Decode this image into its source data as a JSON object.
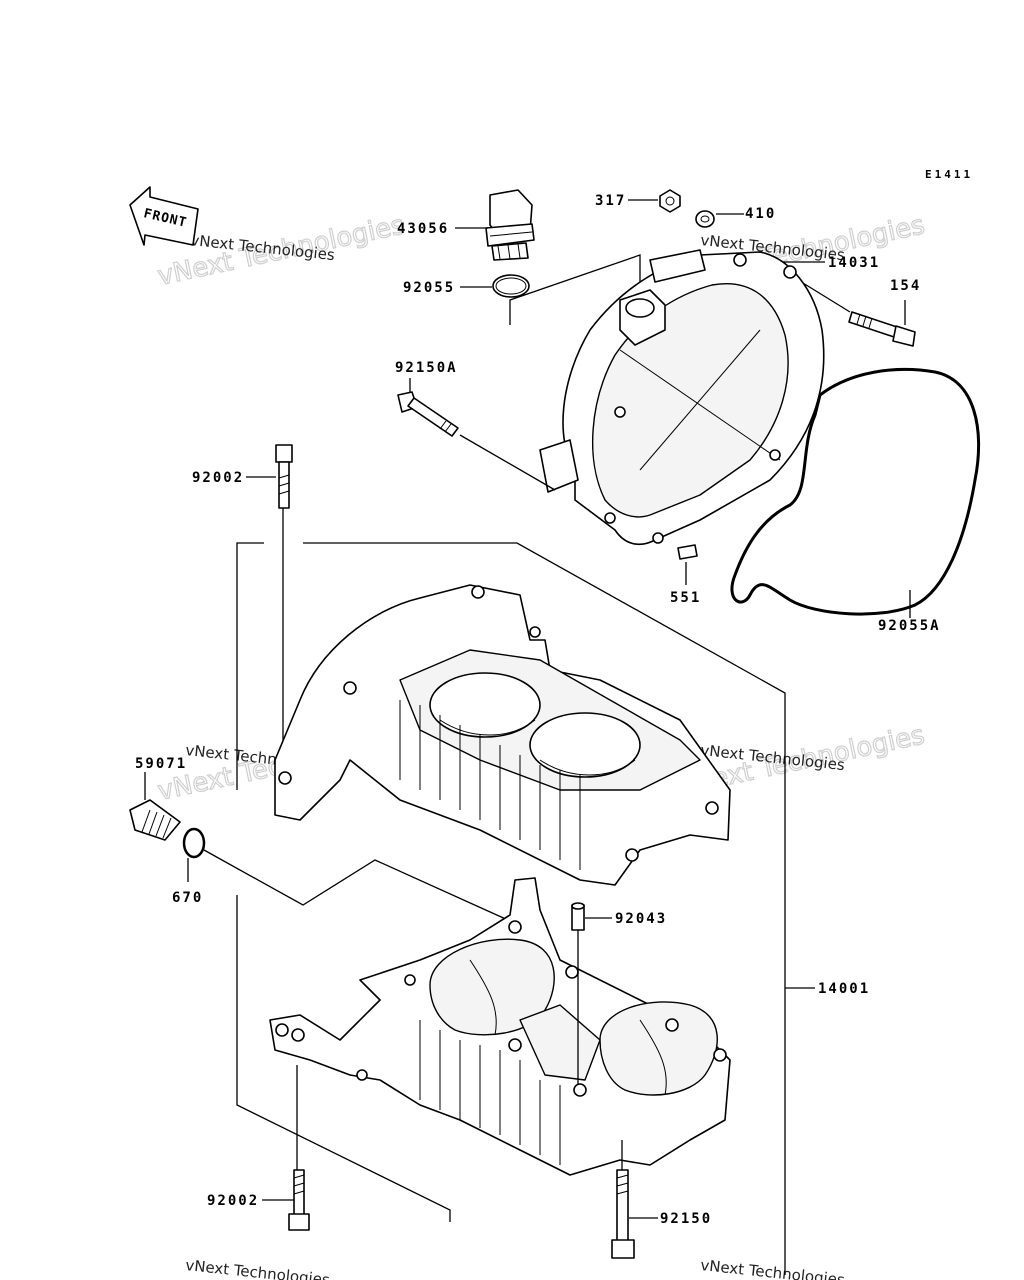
{
  "diagram": {
    "code": "E1411",
    "front_label": "FRONT",
    "watermark_small": "vNext Technologies",
    "watermark_big": "vNext Technologies",
    "parts": {
      "p43056": "43056",
      "p317": "317",
      "p410": "410",
      "p14031": "14031",
      "p92055": "92055",
      "p154": "154",
      "p92150A": "92150A",
      "p92002_top": "92002",
      "p551": "551",
      "p92055A": "92055A",
      "p59071": "59071",
      "p670": "670",
      "p92043": "92043",
      "p14001": "14001",
      "p92002_bot": "92002",
      "p92150": "92150"
    }
  }
}
